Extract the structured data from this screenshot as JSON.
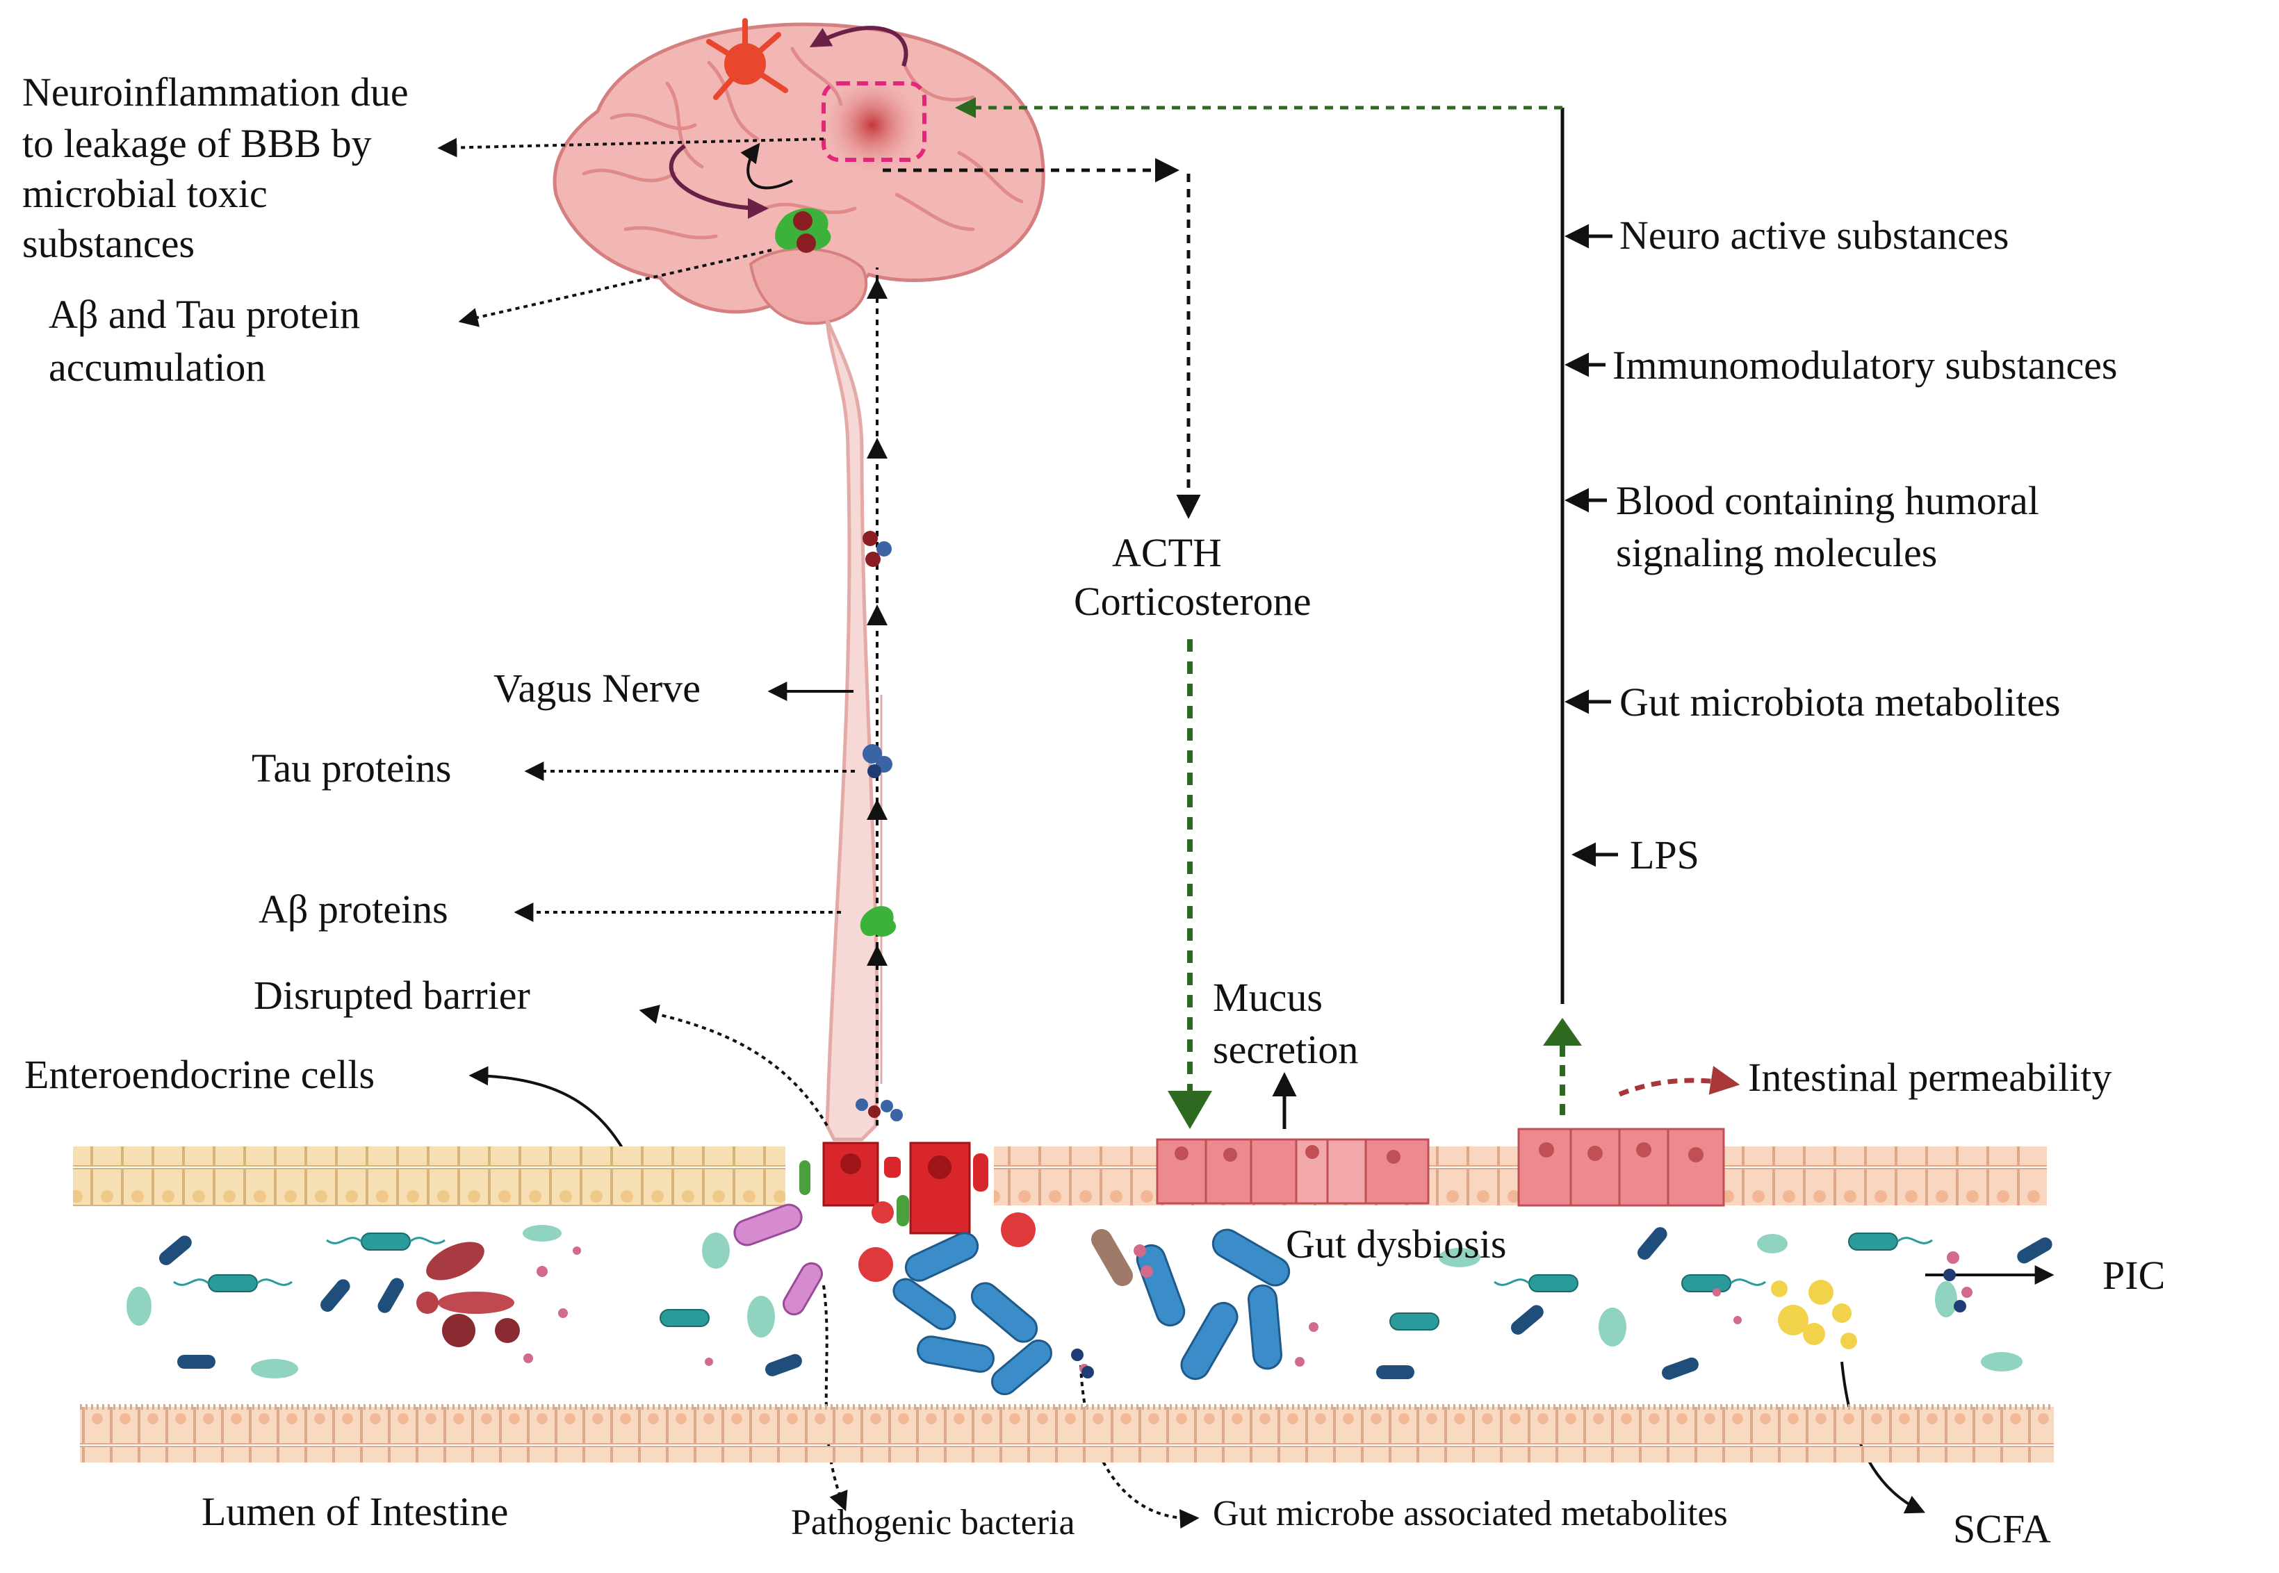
{
  "labels": {
    "neuroinflammation": [
      "Neuroinflammation due",
      "to leakage of BBB by",
      "microbial toxic",
      "substances"
    ],
    "abeta_tau_accumulation": [
      "Aβ and Tau protein",
      "accumulation"
    ],
    "acth": [
      "ACTH",
      "Corticosterone"
    ],
    "vagus_nerve": "Vagus Nerve",
    "tau_proteins": "Tau proteins",
    "abeta_proteins": "Aβ proteins",
    "disrupted_barrier": "Disrupted barrier",
    "enteroendocrine_cells": "Enteroendocrine cells",
    "mucus_secretion": [
      "Mucus",
      "secretion"
    ],
    "intestinal_permeability": "Intestinal permeability",
    "neuro_active": "Neuro active substances",
    "immunomodulatory": "Immunomodulatory substances",
    "blood_humoral": [
      "Blood containing humoral",
      "signaling molecules"
    ],
    "gut_metabolites": "Gut microbiota metabolites",
    "lps": "LPS",
    "gut_dysbiosis": "Gut dysbiosis",
    "pic": "PIC",
    "lumen": "Lumen of Intestine",
    "pathogenic_bacteria": "Pathogenic bacteria",
    "gut_microbe_metabolites": "Gut microbe associated metabolites",
    "scfa": "SCFA"
  },
  "colors": {
    "brain": "#f2b7b5",
    "brain_fold": "#e08a8a",
    "nerve": "#f6d9d6",
    "epithelium_tan": "#f6dfb2",
    "epithelium_peach": "#f8d6c0",
    "cell_red": "#d9262a",
    "cell_pink": "#ec8a8f",
    "arrow_green": "#2d6a1f",
    "arrow_red": "#a8373a",
    "arrow_purple": "#6b2048",
    "bacteria_blue": "#3a8dc9",
    "bacteria_teal": "#2a9a9a"
  }
}
